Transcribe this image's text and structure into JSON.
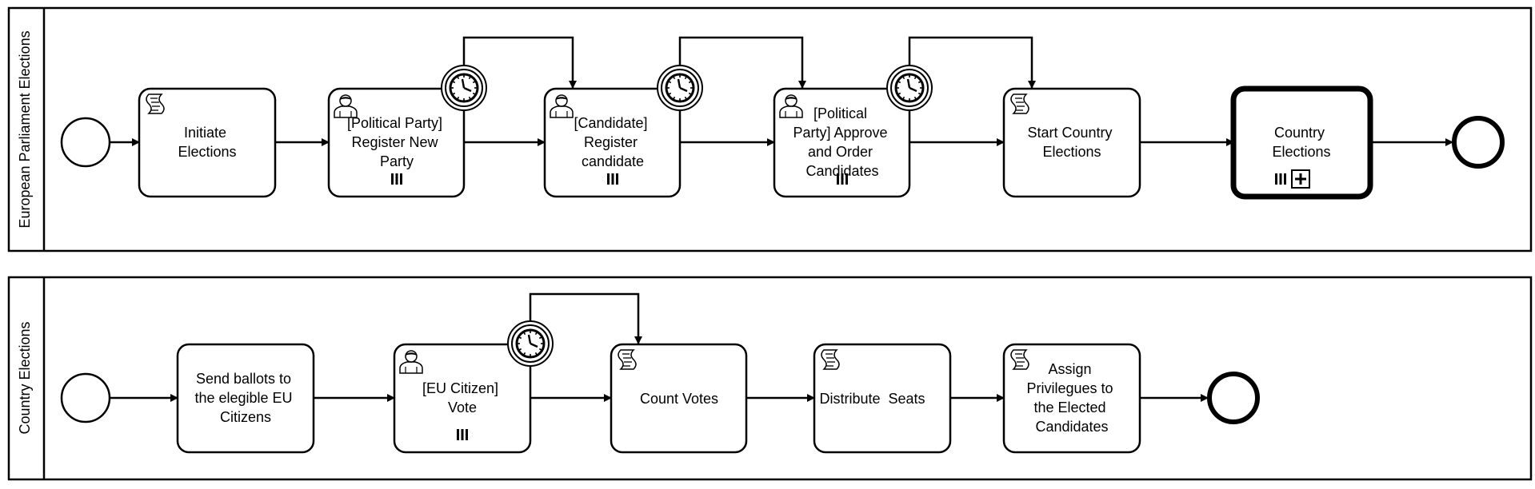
{
  "pools": [
    {
      "id": "pool-eu",
      "label": "European Parliament Elections"
    },
    {
      "id": "pool-country",
      "label": "Country Elections"
    }
  ],
  "tasks": [
    {
      "id": "t1",
      "type": "script",
      "lines": [
        "Initiate",
        "Elections"
      ]
    },
    {
      "id": "t2",
      "type": "user",
      "multi": true,
      "lines": [
        "[Political Party]",
        "Register New",
        "Party"
      ]
    },
    {
      "id": "t3",
      "type": "user",
      "multi": true,
      "lines": [
        "[Candidate]",
        "Register",
        "candidate"
      ]
    },
    {
      "id": "t4",
      "type": "user",
      "multi": true,
      "lines": [
        "[Political",
        "Party] Approve",
        "and Order",
        "Candidates"
      ]
    },
    {
      "id": "t5",
      "type": "script",
      "lines": [
        "Start Country",
        "Elections"
      ]
    },
    {
      "id": "t6",
      "type": "call",
      "multi": true,
      "collapsed": true,
      "lines": [
        "Country",
        "Elections"
      ]
    },
    {
      "id": "t7",
      "type": "plain",
      "lines": [
        "Send ballots to",
        "the elegible EU",
        "Citizens"
      ]
    },
    {
      "id": "t8",
      "type": "user",
      "multi": true,
      "lines": [
        "[EU Citizen]",
        "Vote"
      ]
    },
    {
      "id": "t9",
      "type": "script",
      "lines": [
        "Count Votes"
      ]
    },
    {
      "id": "t10",
      "type": "script",
      "lines": [
        "Distribute  Seats"
      ]
    },
    {
      "id": "t11",
      "type": "script",
      "lines": [
        "Assign",
        "Privilegues to",
        "the Elected",
        "Candidates"
      ]
    }
  ],
  "events": [
    {
      "id": "start-eu",
      "type": "start"
    },
    {
      "id": "end-eu",
      "type": "end"
    },
    {
      "id": "start-country",
      "type": "start"
    },
    {
      "id": "end-country",
      "type": "end"
    }
  ],
  "timers": [
    {
      "id": "timer-1",
      "attached_to": "t2"
    },
    {
      "id": "timer-2",
      "attached_to": "t3"
    },
    {
      "id": "timer-3",
      "attached_to": "t4"
    },
    {
      "id": "timer-4",
      "attached_to": "t8"
    }
  ]
}
